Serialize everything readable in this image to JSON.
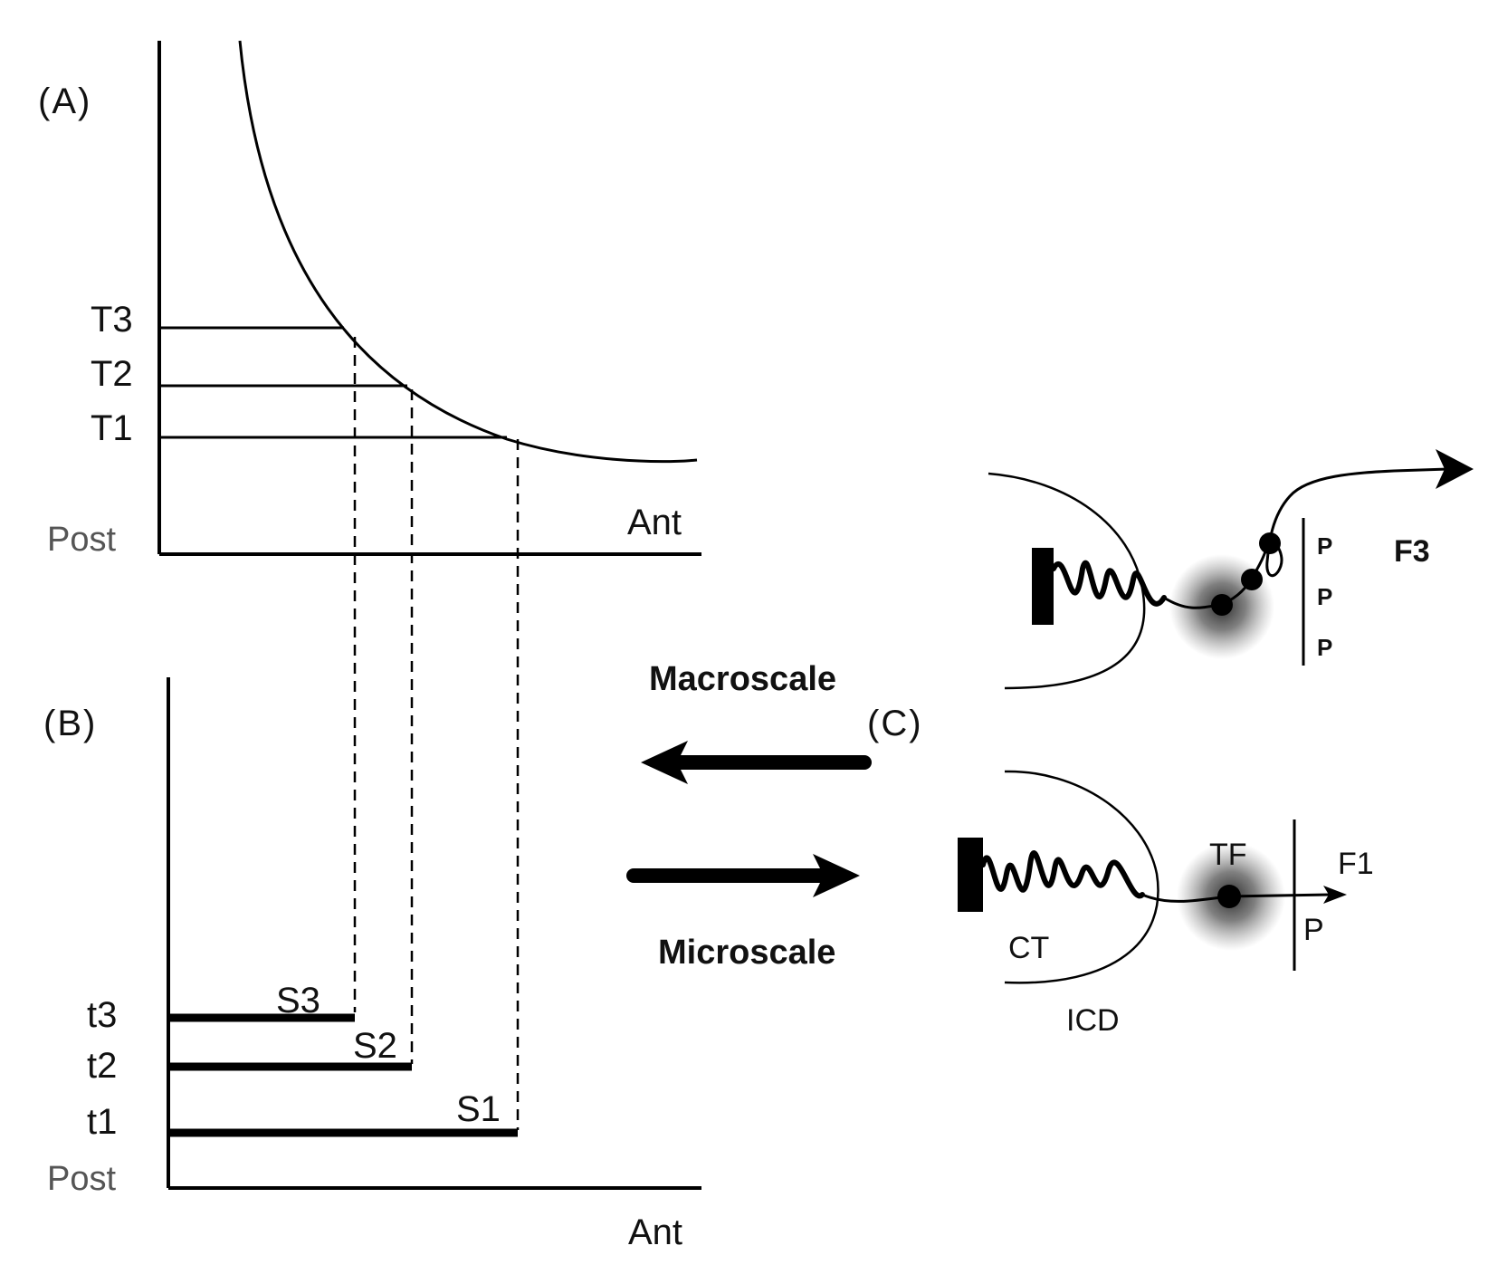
{
  "panel_a": {
    "label": "(A)",
    "levels": [
      "T3",
      "T2",
      "T1"
    ],
    "axis_left": "Post",
    "axis_right": "Ant"
  },
  "panel_b": {
    "label": "(B)",
    "levels": [
      "t3",
      "t2",
      "t1"
    ],
    "segments": [
      "S3",
      "S2",
      "S1"
    ],
    "axis_left": "Post",
    "axis_right": "Ant"
  },
  "panel_c": {
    "label": "(C)",
    "macroscale": "Macroscale",
    "microscale": "Microscale",
    "top": {
      "p_labels": [
        "P",
        "P",
        "P"
      ],
      "force": "F3"
    },
    "bottom": {
      "tf": "TF",
      "force": "F1",
      "p": "P",
      "ct": "CT",
      "icd": "ICD"
    }
  }
}
